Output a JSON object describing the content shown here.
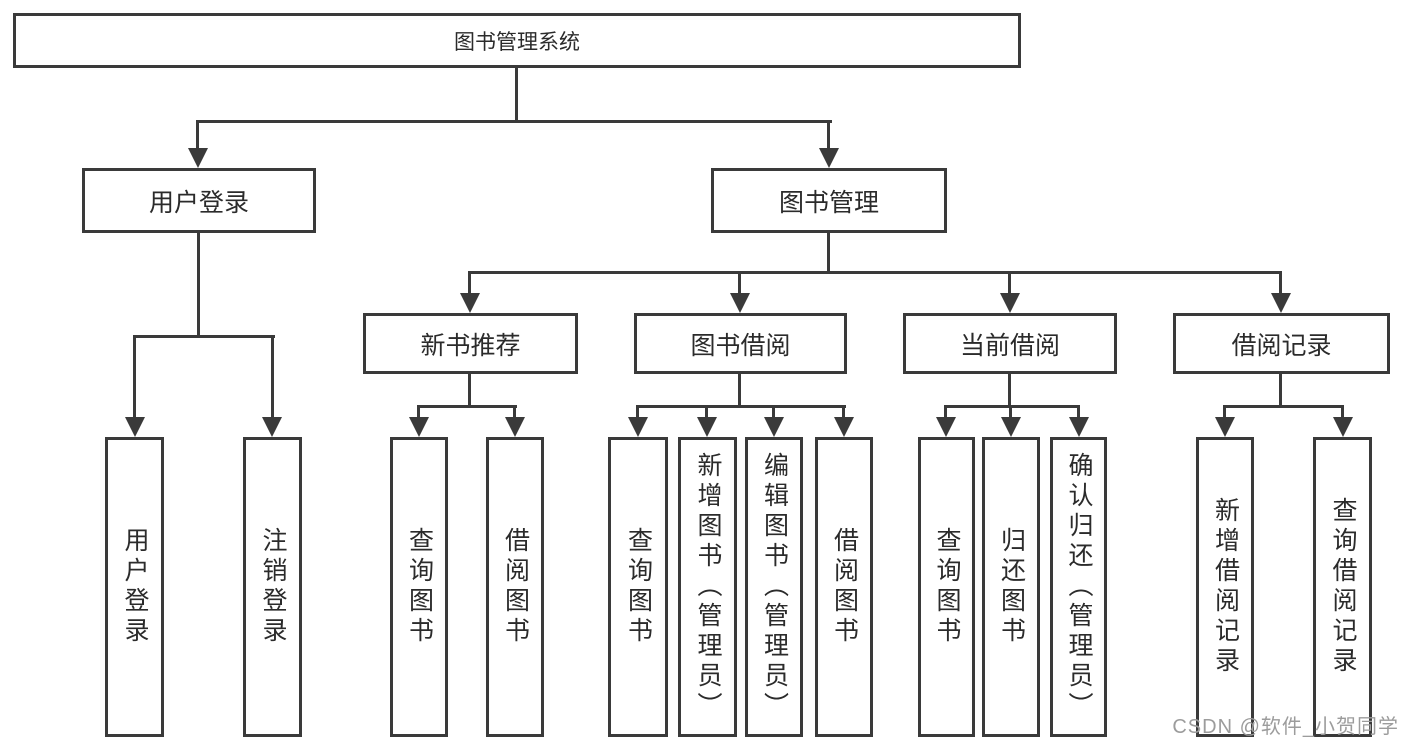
{
  "diagram": {
    "root": {
      "label": "图书管理系统"
    },
    "level2": [
      {
        "label": "用户登录"
      },
      {
        "label": "图书管理"
      }
    ],
    "level3": [
      {
        "label": "新书推荐"
      },
      {
        "label": "图书借阅"
      },
      {
        "label": "当前借阅"
      },
      {
        "label": "借阅记录"
      }
    ],
    "leaves": {
      "user_login": [
        {
          "label": "用户登录"
        },
        {
          "label": "注销登录"
        }
      ],
      "new_book": [
        {
          "label": "查询图书"
        },
        {
          "label": "借阅图书"
        }
      ],
      "book_borrow": [
        {
          "label": "查询图书"
        },
        {
          "label": "新增图书（管理员）"
        },
        {
          "label": "编辑图书（管理员）"
        },
        {
          "label": "借阅图书"
        }
      ],
      "current_borrow": [
        {
          "label": "查询图书"
        },
        {
          "label": "归还图书"
        },
        {
          "label": "确认归还（管理员）"
        }
      ],
      "borrow_record": [
        {
          "label": "新增借阅记录"
        },
        {
          "label": "查询借阅记录"
        }
      ]
    }
  },
  "watermark": {
    "text": "CSDN @软件_小贺同学"
  },
  "colors": {
    "line": "#3a3a3a",
    "text": "#2b2b2b",
    "watermark": "#9c9c9c",
    "background": "#ffffff"
  }
}
